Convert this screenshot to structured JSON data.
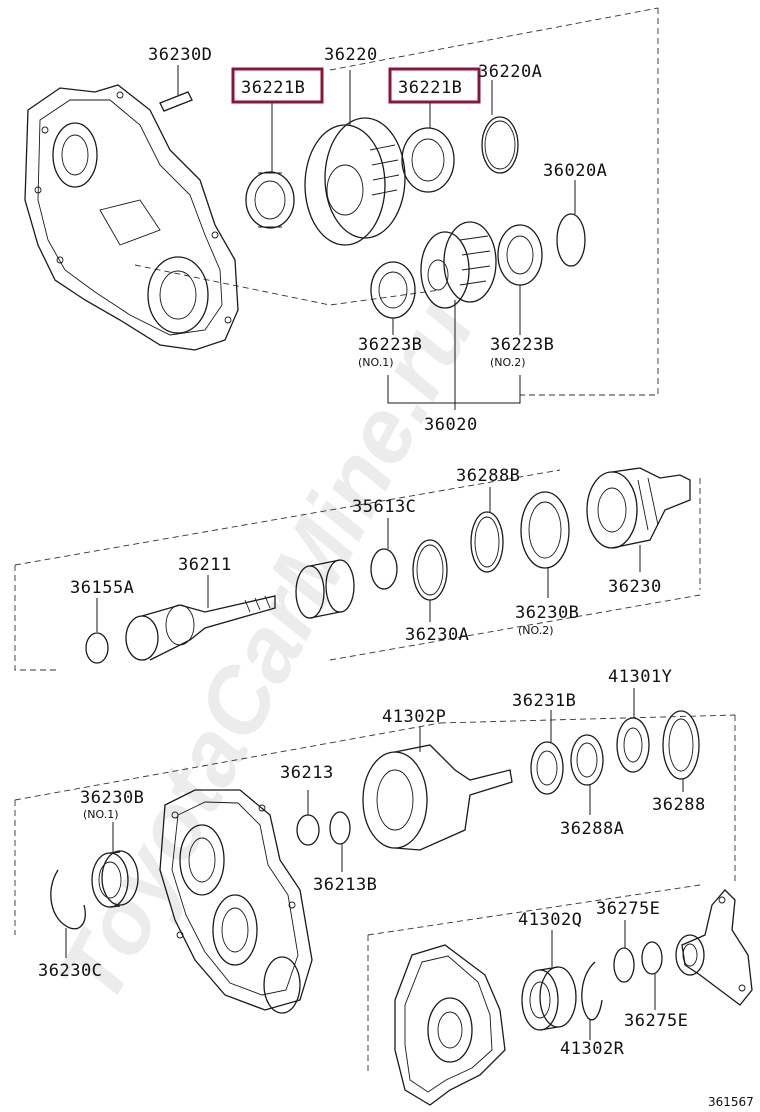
{
  "watermark": "ToyotaCarMine.ru",
  "diagram_id": "361567",
  "highlight_color": "#8b1538",
  "labels": {
    "p36230D": "36230D",
    "p36220": "36220",
    "p36221B_a": "36221B",
    "p36221B_b": "36221B",
    "p36220A": "36220A",
    "p36020A": "36020A",
    "p36223B_1": "36223B",
    "p36223B_1_sub": "(NO.1)",
    "p36223B_2": "36223B",
    "p36223B_2_sub": "(NO.2)",
    "p36020": "36020",
    "p36288B": "36288B",
    "p35613C": "35613C",
    "p36211": "36211",
    "p36155A": "36155A",
    "p36230": "36230",
    "p36230A": "36230A",
    "p36230B_2": "36230B",
    "p36230B_2_sub": "(NO.2)",
    "p41301Y": "41301Y",
    "p36231B": "36231B",
    "p41302P": "41302P",
    "p36213": "36213",
    "p36213B": "36213B",
    "p36230B_1": "36230B",
    "p36230B_1_sub": "(NO.1)",
    "p36288A": "36288A",
    "p36288": "36288",
    "p36230C": "36230C",
    "p41302Q": "41302Q",
    "p36275E_top": "36275E",
    "p36275E_bot": "36275E",
    "p41302R": "41302R"
  }
}
